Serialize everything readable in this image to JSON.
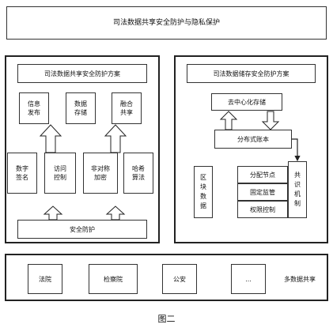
{
  "top_title": "司法数据共享安全防护与隐私保护",
  "left_panel": {
    "title": "司法数据共享安全防护方案",
    "top_items": [
      "信息\n发布",
      "数据\n存储",
      "融合\n共享"
    ],
    "mid_items": [
      "数字\n签名",
      "访问\n控制",
      "非对称\n加密",
      "哈希\n算法"
    ],
    "bottom_label": "安全防护"
  },
  "right_panel": {
    "title": "司法数据储存安全防护方案",
    "decentralized": "去中心化存储",
    "ledger": "分布式账本",
    "blockchain": "区\n块\n数\n据",
    "nodes": [
      "分配节点",
      "固定监管",
      "权限控制"
    ],
    "consensus": "共\n识\n机\n制"
  },
  "bottom_bar": {
    "items": [
      "法院",
      "检察院",
      "公安",
      "..."
    ],
    "label": "多数据共享"
  },
  "caption": "图二"
}
